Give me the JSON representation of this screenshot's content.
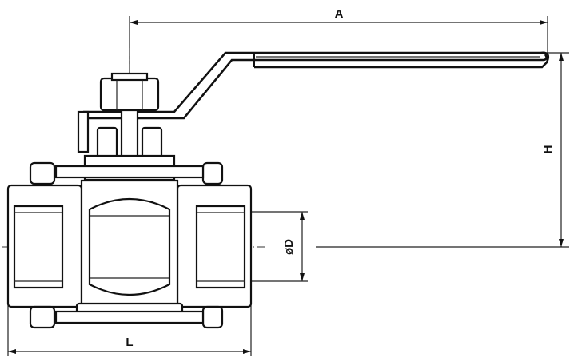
{
  "dimensions": {
    "handle_length": "A",
    "height": "H",
    "bore_diameter": "øD",
    "body_length": "L"
  }
}
